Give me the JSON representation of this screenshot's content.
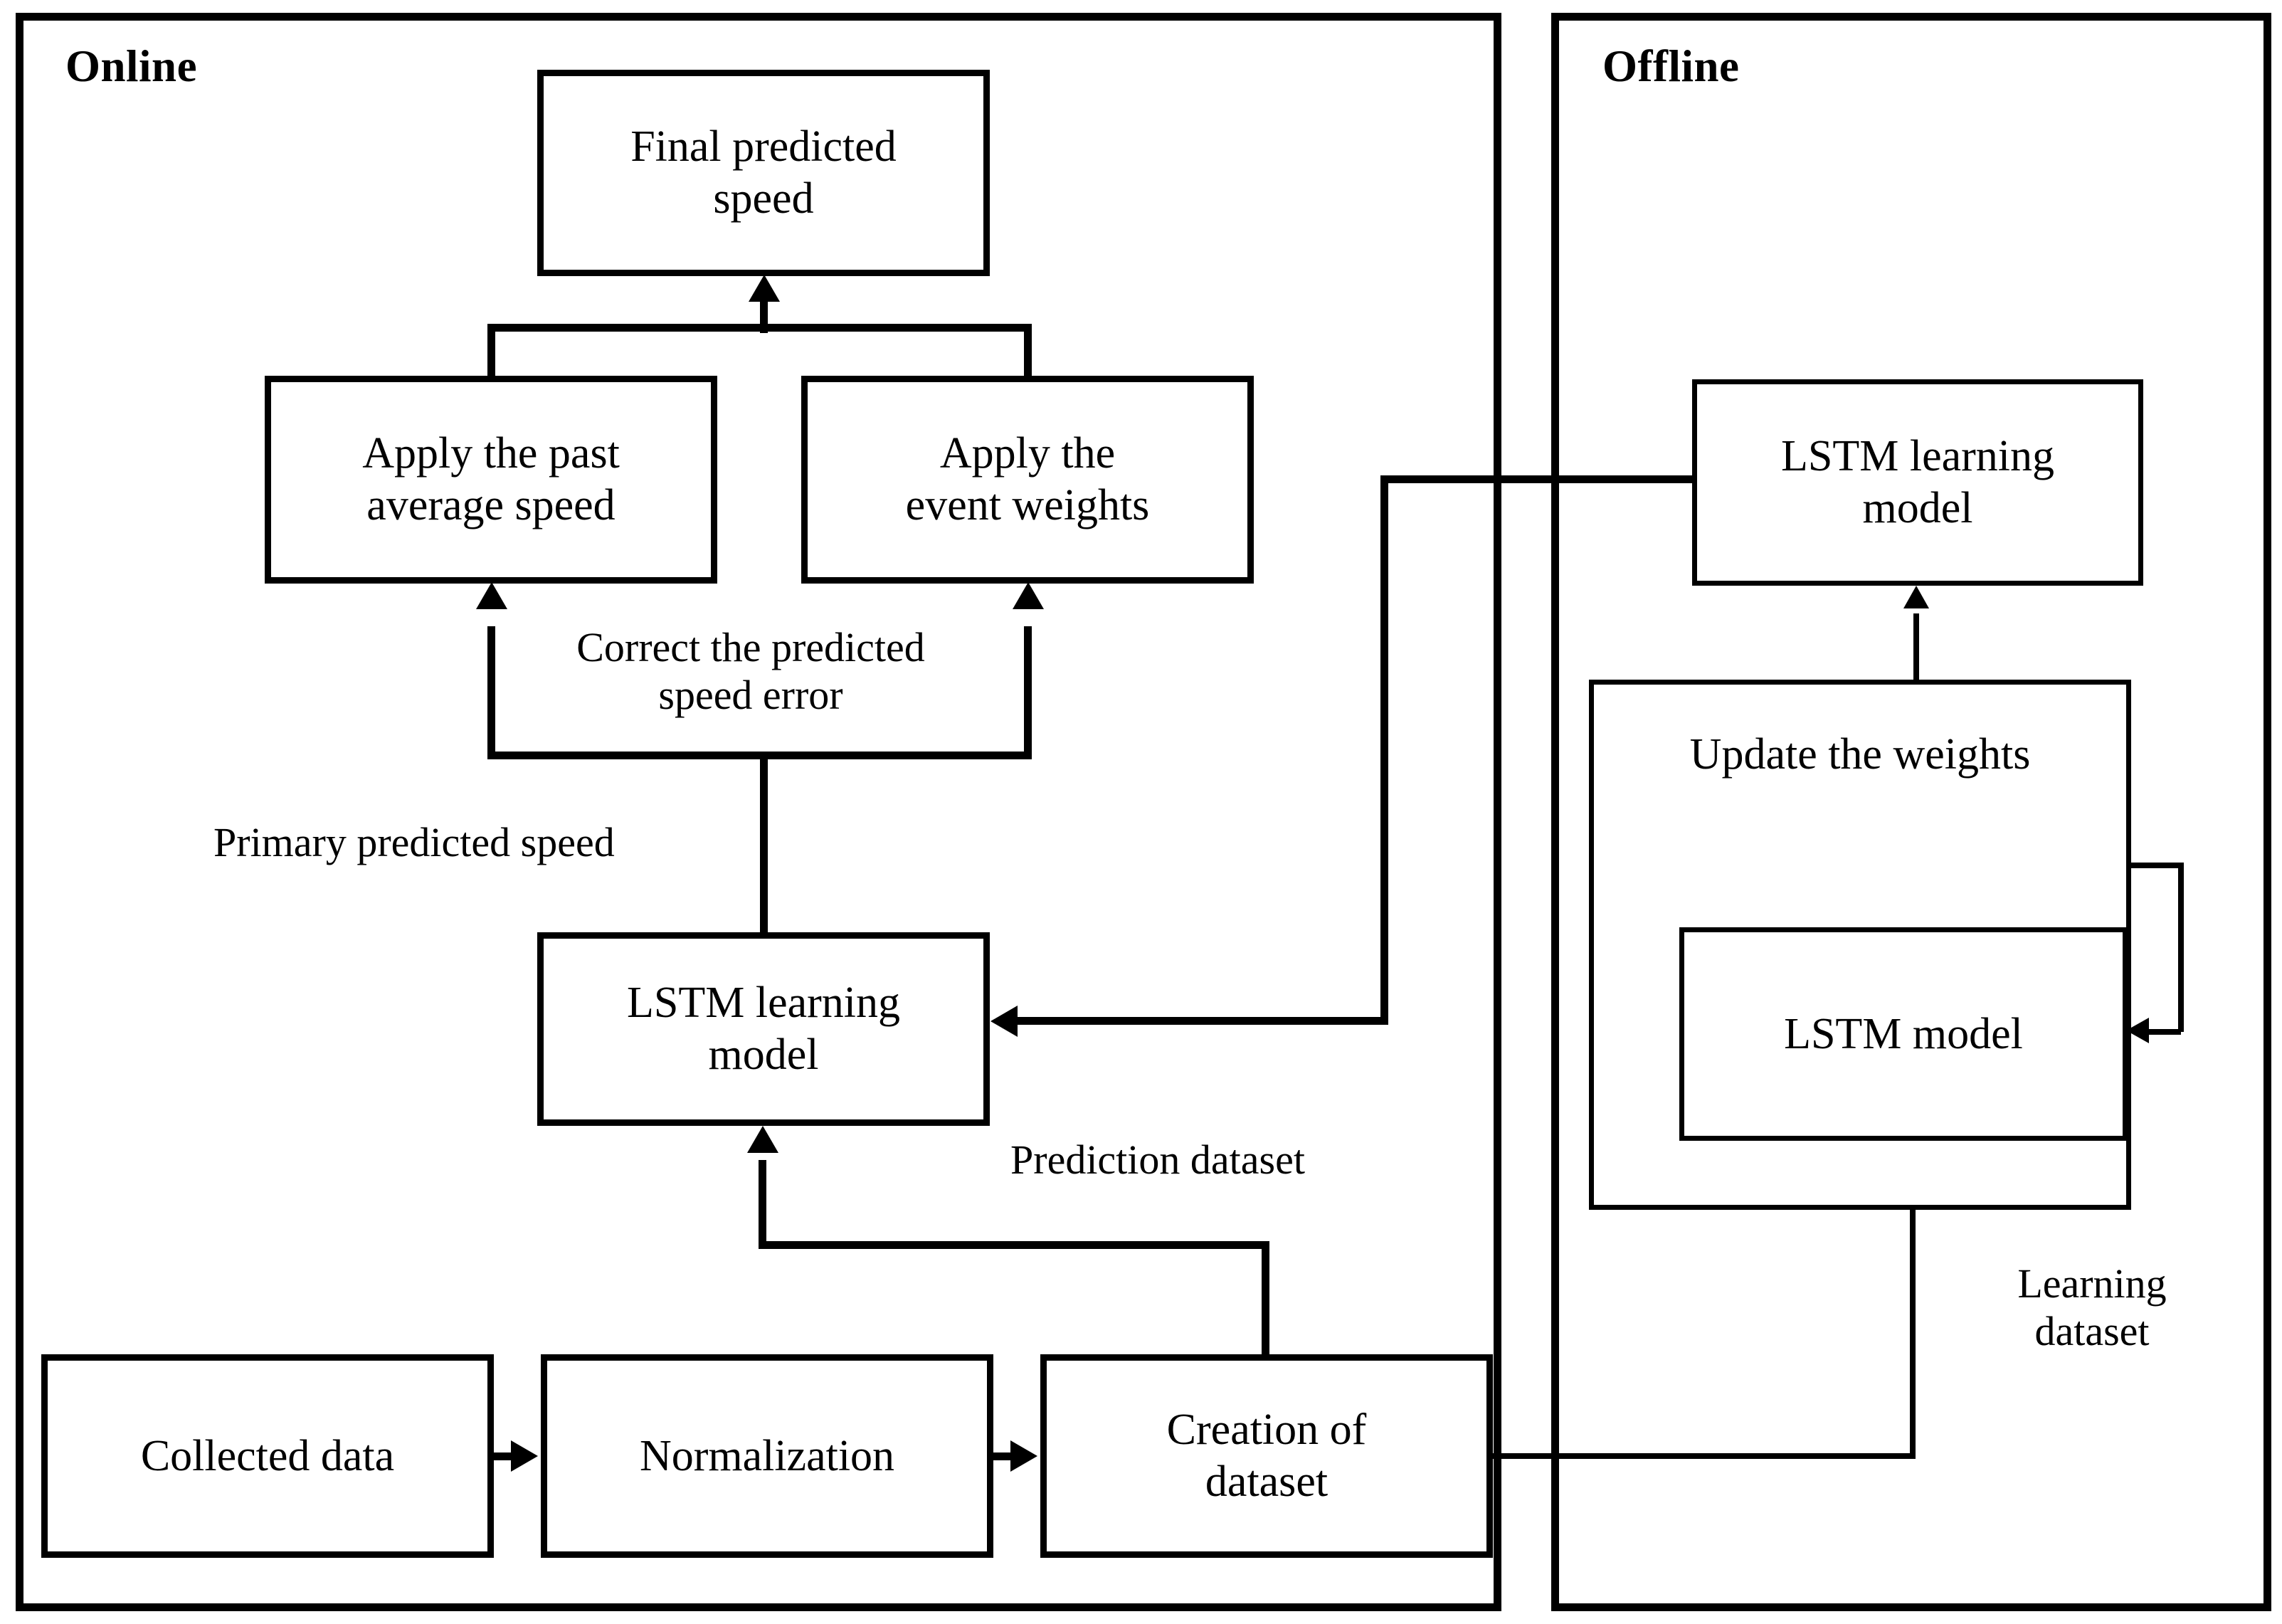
{
  "diagram": {
    "title": "Online and offline LSTM speed prediction framework",
    "accent_color": "#000000",
    "background_color": "#ffffff"
  },
  "panels": [
    {
      "id": "online",
      "label": "Online"
    },
    {
      "id": "offline",
      "label": "Offline"
    }
  ],
  "online": {
    "nodes": {
      "final_predicted_speed": "Final predicted\nspeed",
      "apply_past_average_speed": "Apply the past\naverage speed",
      "apply_event_weights": "Apply  the\nevent weights",
      "lstm_learning_model": "LSTM learning\nmodel",
      "collected_data": "Collected data",
      "normalization": "Normalization",
      "creation_of_dataset": "Creation of\ndataset"
    },
    "edge_labels": {
      "correct_the_predicted_speed_error": "Correct the predicted\nspeed error",
      "primary_predicted_speed": "Primary predicted speed",
      "prediction_dataset": "Prediction dataset"
    }
  },
  "offline": {
    "nodes": {
      "lstm_learning_model": "LSTM learning\nmodel",
      "update_the_weights": "Update the weights",
      "lstm_model": "LSTM model"
    },
    "edge_labels": {
      "learning_dataset": "Learning\ndataset"
    }
  }
}
